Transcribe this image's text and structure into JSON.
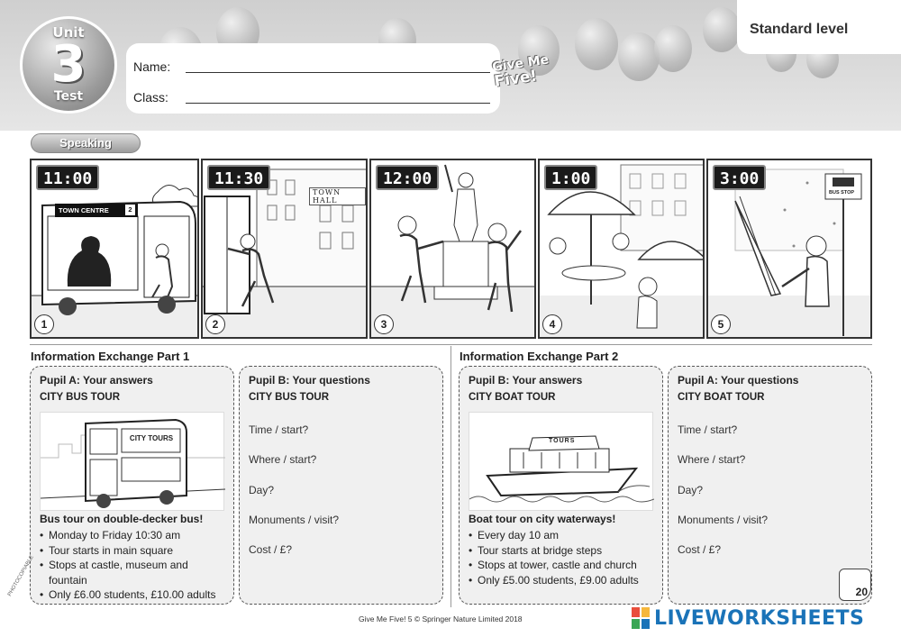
{
  "header": {
    "unit_label": "Unit",
    "unit_number": "3",
    "test_label": "Test",
    "name_label": "Name:",
    "class_label": "Class:",
    "logo_text_1": "Give Me",
    "logo_text_2": "Five!",
    "level": "Standard level"
  },
  "speaking_label": "Speaking",
  "panels": [
    {
      "time": "11:00",
      "number": "1",
      "sign": "TOWN CENTRE",
      "sign_num": "2"
    },
    {
      "time": "11:30",
      "number": "2",
      "sign": "TOWN HALL"
    },
    {
      "time": "12:00",
      "number": "3"
    },
    {
      "time": "1:00",
      "number": "4"
    },
    {
      "time": "3:00",
      "number": "5",
      "sign": "BUS STOP"
    }
  ],
  "part1": {
    "title": "Information Exchange Part 1",
    "card_a": {
      "head": "Pupil A: Your answers",
      "sub": "CITY BUS TOUR",
      "bus_sign": "CITY TOURS",
      "desc_title": "Bus tour on double-decker bus!",
      "bullets": [
        "Monday to Friday    10:30 am",
        "Tour starts in main square",
        "Stops at castle, museum and",
        "fountain",
        "Only £6.00 students, £10.00 adults"
      ]
    },
    "card_b": {
      "head": "Pupil B: Your questions",
      "sub": "CITY BUS TOUR",
      "questions": [
        "Time / start?",
        "Where / start?",
        "Day?",
        "Monuments / visit?",
        "Cost / £?"
      ]
    }
  },
  "part2": {
    "title": "Information Exchange Part 2",
    "card_b": {
      "head": "Pupil B: Your answers",
      "sub": "CITY BOAT TOUR",
      "boat_sign": "TOURS",
      "desc_title": "Boat tour on city waterways!",
      "bullets": [
        "Every day 10 am",
        "Tour starts at bridge steps",
        "Stops at tower, castle and church",
        "Only £5.00 students, £9.00 adults"
      ]
    },
    "card_a": {
      "head": "Pupil A: Your questions",
      "sub": "CITY BOAT TOUR",
      "questions": [
        "Time / start?",
        "Where / start?",
        "Day?",
        "Monuments / visit?",
        "Cost / £?"
      ]
    }
  },
  "footer": {
    "copyright": "Give Me Five! 5 © Springer Nature Limited 2018",
    "photocopiable": "PHOTOCOPIABLE",
    "page_number": "20",
    "brand": "LIVEWORKSHEETS"
  }
}
